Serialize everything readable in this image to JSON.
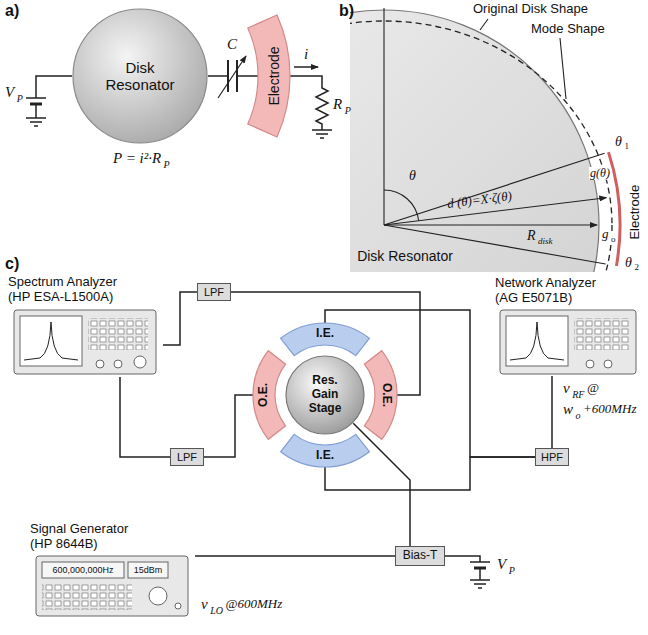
{
  "diagram": {
    "nodes": [
      {
        "text": [
          "Disk Resonator"
        ]
      },
      {
        "text": [
          "Electrode"
        ]
      },
      {
        "text": [
          "Disk Resonator"
        ]
      },
      {
        "text": [
          "Spectrum Analyzer (HP ESA-L1500A)"
        ]
      },
      {
        "text": [
          "Network Analyzer (AG E5071B)"
        ]
      },
      {
        "text": [
          "LPF"
        ]
      },
      {
        "text": [
          "LPF"
        ]
      },
      {
        "text": [
          "I.E."
        ]
      },
      {
        "text": [
          "O.E."
        ]
      },
      {
        "text": [
          "Res. Gain Stage"
        ]
      },
      {
        "text": [
          "O.E."
        ]
      },
      {
        "text": [
          "I.E."
        ]
      },
      {
        "text": [
          "HPF"
        ]
      },
      {
        "text": [
          "Signal Generator (HP 8644B)",
          "600,000,000Hz",
          "15dBm"
        ]
      },
      {
        "text": [
          "Bias-T"
        ]
      }
    ],
    "edges": [
      {
        "from": 0,
        "to": 1,
        "arrow": "none"
      },
      {
        "from": 3,
        "to": 5,
        "arrow": "none"
      },
      {
        "from": 5,
        "to": 10,
        "arrow": "none"
      },
      {
        "from": 3,
        "to": 6,
        "arrow": "none"
      },
      {
        "from": 6,
        "to": 8,
        "arrow": "none"
      },
      {
        "from": 4,
        "to": 12,
        "arrow": "none"
      },
      {
        "from": 12,
        "to": 7,
        "arrow": "none"
      },
      {
        "from": 12,
        "to": 11,
        "arrow": "none"
      },
      {
        "from": 13,
        "to": 14,
        "arrow": "none"
      },
      {
        "from": 14,
        "to": 9,
        "arrow": "none"
      }
    ],
    "labels": [
      "a)",
      "b)",
      "c)",
      "V",
      "P",
      "C",
      "i",
      "R",
      "P",
      "P = i²·R",
      "P",
      "Original Disk Shape",
      "Mode Shape",
      "θ",
      "θ",
      "1",
      "g(θ)",
      "d (θ)=X·ζ(θ)",
      "R",
      "disk",
      "g",
      "o",
      "Electrode",
      "θ",
      "2",
      "v",
      "RF",
      "@",
      "w",
      "o",
      "+600MHz",
      "v",
      "LO",
      "@600MHz",
      "V",
      "P"
    ]
  }
}
